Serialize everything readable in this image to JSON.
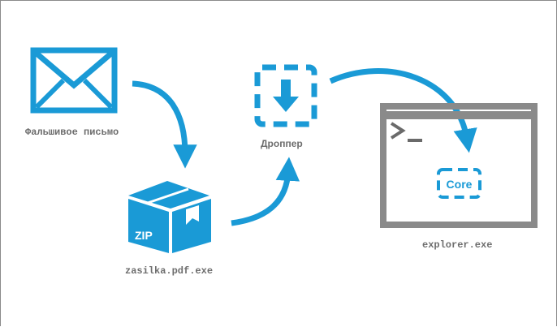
{
  "colors": {
    "accent": "#1a9ad6",
    "frame": "#8a8a8a",
    "label": "#6d6d6d",
    "background": "#ffffff"
  },
  "nodes": {
    "email": {
      "label": "Фальшивое письмо",
      "icon": "envelope-icon"
    },
    "archive": {
      "label": "zasilka.pdf.exe",
      "icon": "zip-box-icon",
      "badge": "ZIP"
    },
    "dropper": {
      "label": "Дроппер",
      "icon": "download-icon"
    },
    "explorer": {
      "label": "explorer.exe",
      "icon": "terminal-window-icon",
      "module": "Core"
    }
  }
}
